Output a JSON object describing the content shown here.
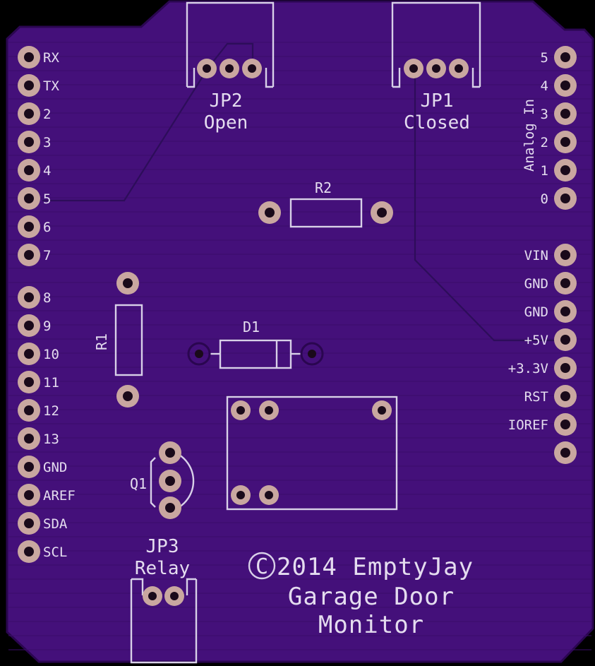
{
  "board": {
    "colors": {
      "background": "#000000",
      "soldermask": "#44107a",
      "soldermask_edge": "#3a0c6a",
      "silkscreen": "#e4dcef",
      "pad": "#c9a7a0",
      "drill": "#1a0a1a"
    }
  },
  "labels": {
    "left_header": [
      "RX",
      "TX",
      "2",
      "3",
      "4",
      "5",
      "6",
      "7",
      "8",
      "9",
      "10",
      "11",
      "12",
      "13",
      "GND",
      "AREF",
      "SDA",
      "SCL"
    ],
    "analog_header": [
      "5",
      "4",
      "3",
      "2",
      "1",
      "0"
    ],
    "analog_title": "Analog In",
    "power_header": [
      "VIN",
      "GND",
      "GND",
      "+5V",
      "+3.3V",
      "RST",
      "IOREF"
    ],
    "jp2": {
      "ref": "JP2",
      "name": "Open"
    },
    "jp1": {
      "ref": "JP1",
      "name": "Closed"
    },
    "jp3": {
      "ref": "JP3",
      "name": "Relay"
    },
    "r1": "R1",
    "r2": "R2",
    "d1": "D1",
    "q1": "Q1",
    "copyright_symbol": "C",
    "credit_line": "2014 EmptyJay",
    "title_line1": "Garage Door",
    "title_line2": "Monitor"
  }
}
